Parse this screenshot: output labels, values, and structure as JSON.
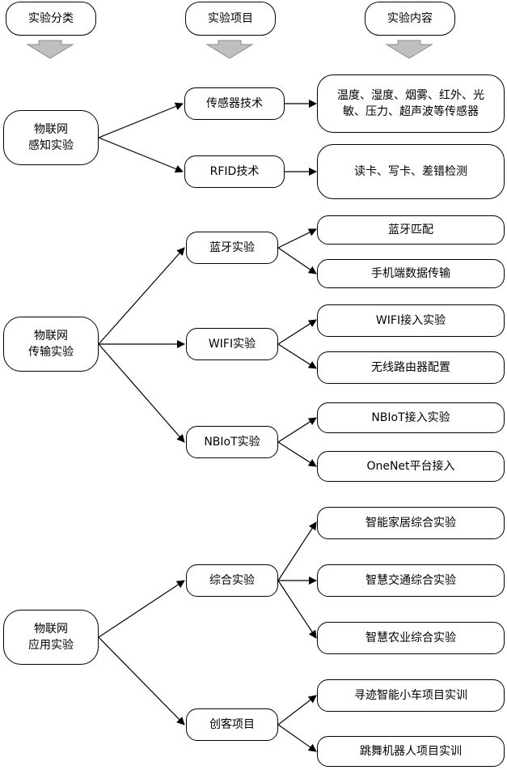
{
  "headers": {
    "category": "实验分类",
    "project": "实验项目",
    "content": "实验内容"
  },
  "categories": {
    "sensing": "物联网\n感知实验",
    "transmission": "物联网\n传输实验",
    "application": "物联网\n应用实验"
  },
  "projects": {
    "sensor": "传感器技术",
    "rfid": "RFID技术",
    "bluetooth": "蓝牙实验",
    "wifi": "WIFI实验",
    "nbiot": "NBIoT实验",
    "comprehensive": "综合实验",
    "maker": "创客项目"
  },
  "contents": {
    "sensor_types": "温度、湿度、烟雾、红外、光\n敏、压力、超声波等传感器",
    "rfid_ops": "读卡、写卡、差错检测",
    "bt_pair": "蓝牙匹配",
    "bt_phone": "手机端数据传输",
    "wifi_access": "WIFI接入实验",
    "wifi_router": "无线路由器配置",
    "nb_access": "NBIoT接入实验",
    "onenet": "OneNet平台接入",
    "smart_home": "智能家居综合实验",
    "smart_traffic": "智慧交通综合实验",
    "smart_agri": "智慧农业综合实验",
    "line_car": "寻迹智能小车项目实训",
    "dance_robot": "跳舞机器人项目实训"
  }
}
